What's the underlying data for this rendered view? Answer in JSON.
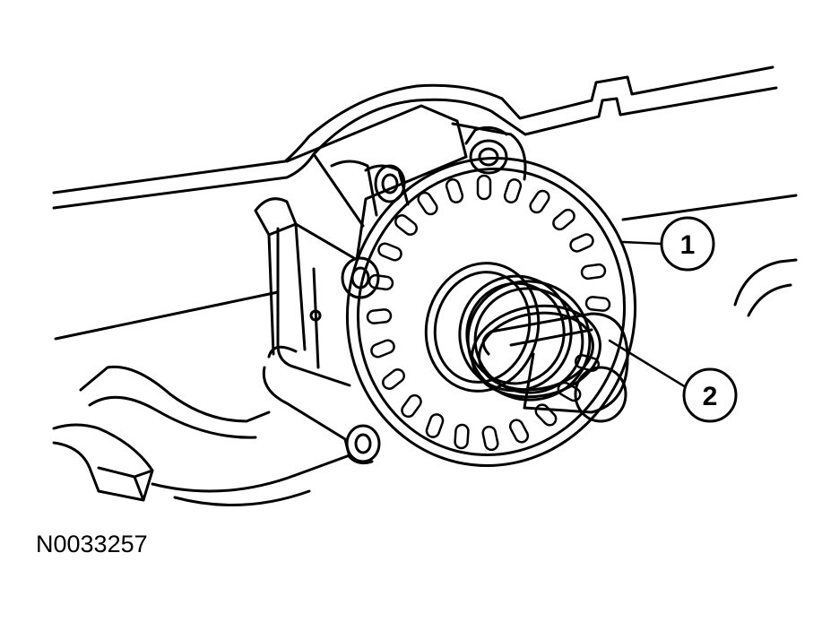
{
  "figure": {
    "id": "N0033257"
  },
  "callouts": [
    {
      "number": "1"
    },
    {
      "number": "2"
    }
  ],
  "colors": {
    "line": "#000000",
    "background": "#ffffff"
  }
}
